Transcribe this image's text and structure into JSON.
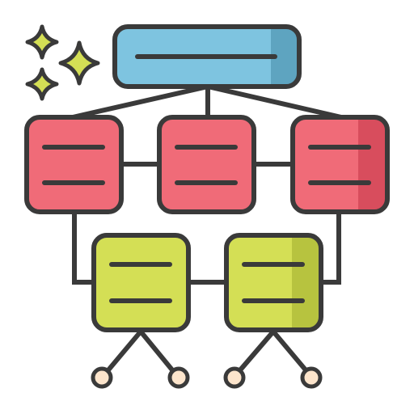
{
  "icon": {
    "kind": "hierarchy-org-chart",
    "palette": {
      "outline": "#3a3a3a",
      "top": "#7ec4e0",
      "top_shade": "#5ea4c0",
      "mid": "#f06b78",
      "mid_shade": "#d84d5d",
      "low": "#d4df55",
      "low_shade": "#b7c33f",
      "leaf": "#fde5cc",
      "sparkle": "#d4df55"
    },
    "tree": {
      "root": "top-node",
      "level_2": [
        "mid-node-left",
        "mid-node-center",
        "mid-node-right"
      ],
      "level_3": [
        "bottom-node-left",
        "bottom-node-right"
      ],
      "leaves": [
        "leaf-1",
        "leaf-2",
        "leaf-3",
        "leaf-4"
      ]
    },
    "decorations": [
      "sparkle-large",
      "sparkle-small-top",
      "sparkle-small-bottom"
    ]
  }
}
